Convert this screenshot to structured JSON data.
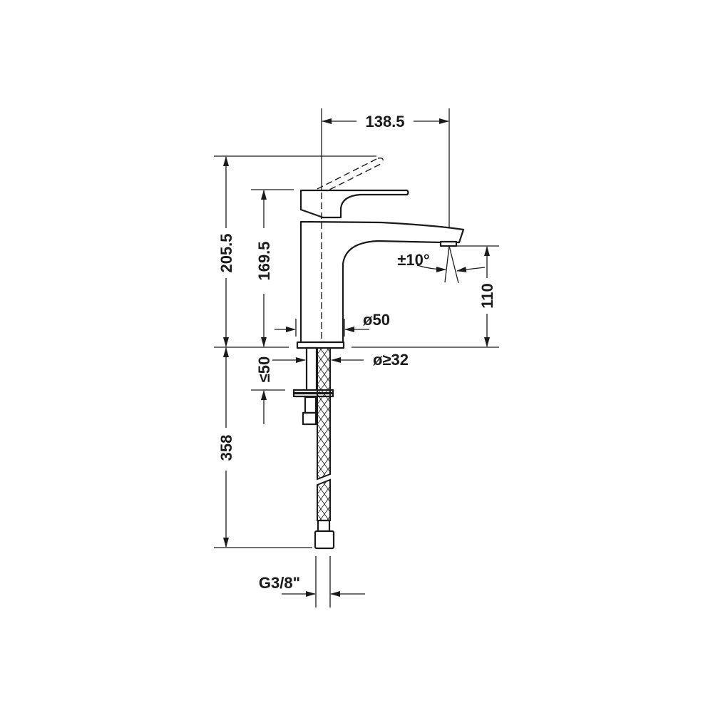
{
  "dimensions": {
    "spout_reach": "138.5",
    "total_height_lever_open": "205.5",
    "height_to_lever": "169.5",
    "spout_outlet_height": "110",
    "spray_angle": "±10°",
    "body_diameter": "ø50",
    "hole_diameter": "ø≥32",
    "max_deck_thickness": "≤50",
    "hose_length": "358",
    "connection_thread": "G3/8\""
  },
  "colors": {
    "line": "#1a1a1a",
    "background": "#ffffff"
  }
}
